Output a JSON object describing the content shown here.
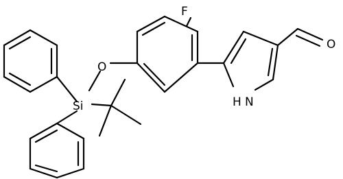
{
  "molecule": {
    "atom_labels": {
      "fluorine": "F",
      "oxygen_ether": "O",
      "silicon": "Si",
      "nitrogen_h": "H",
      "nitrogen": "N",
      "oxygen_aldehyde": "O"
    }
  },
  "colors": {
    "background": "#ffffff",
    "bond": "#000000",
    "label": "#000000"
  }
}
